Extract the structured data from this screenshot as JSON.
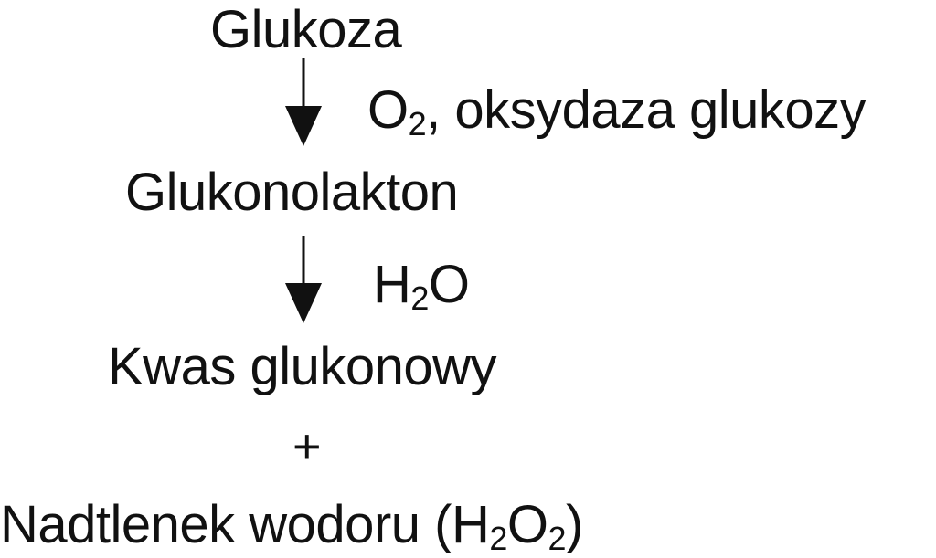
{
  "diagram": {
    "compounds": [
      {
        "id": "glukoza",
        "label": "Glukoza"
      },
      {
        "id": "glukonolakton",
        "label": "Glukonolakton"
      },
      {
        "id": "kwas",
        "label": "Kwas glukonowy"
      },
      {
        "id": "nadtlenek",
        "label_main": "Nadtlenek wodoru (H",
        "sub1": "2",
        "mid": "O",
        "sub2": "2",
        "end": ")"
      }
    ],
    "plus_sign": "+",
    "reagents": {
      "step1": {
        "symbol": "O",
        "sub": "2",
        "text": ", oksydaza glukozy"
      },
      "step2": {
        "pre": "H",
        "sub": "2",
        "post": "O"
      }
    },
    "colors": {
      "text": "#111111",
      "arrow": "#111111",
      "background": "#ffffff"
    }
  }
}
